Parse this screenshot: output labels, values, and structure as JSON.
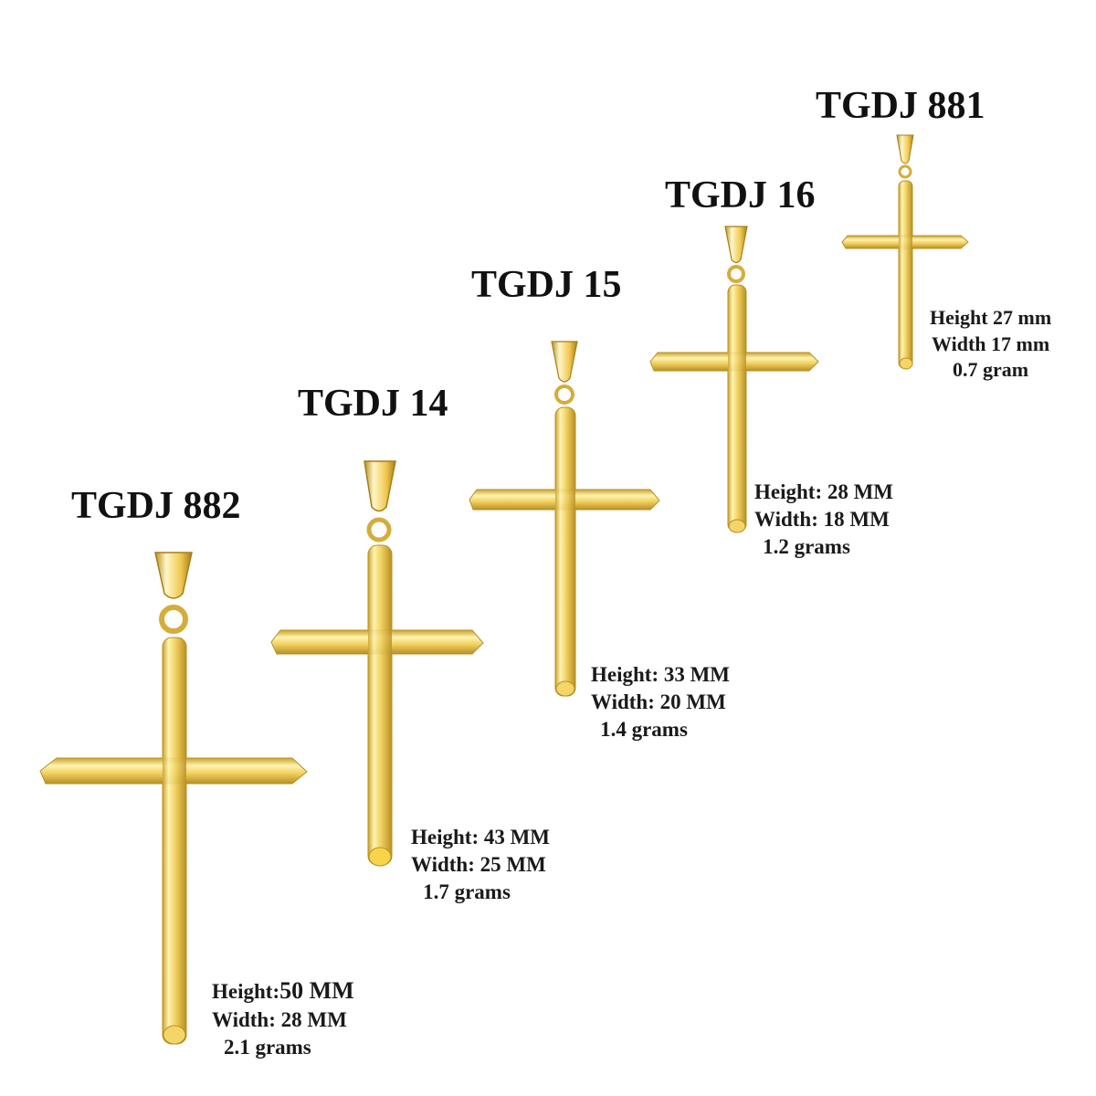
{
  "colors": {
    "gold_light": "#fff4b0",
    "gold": "#f0d060",
    "gold_dark": "#c9a12e",
    "text": "#111111"
  },
  "products": [
    {
      "title": "TGDJ 882",
      "height": "Height:",
      "height_value": "50  MM",
      "width": "Width: 28  MM",
      "weight": "2.1 grams"
    },
    {
      "title": "TGDJ 14",
      "height": "Height:  43 MM",
      "width": "Width:   25 MM",
      "weight": "1.7 grams"
    },
    {
      "title": "TGDJ 15",
      "height": "Height:  33 MM",
      "width": "Width:   20 MM",
      "weight": "1.4 grams"
    },
    {
      "title": "TGDJ 16",
      "height": "Height:  28 MM",
      "width": "Width:   18 MM",
      "weight": "1.2 grams"
    },
    {
      "title": "TGDJ 881",
      "height": "Height  27 mm",
      "width": "Width 17 mm",
      "weight": "0.7 gram"
    }
  ]
}
